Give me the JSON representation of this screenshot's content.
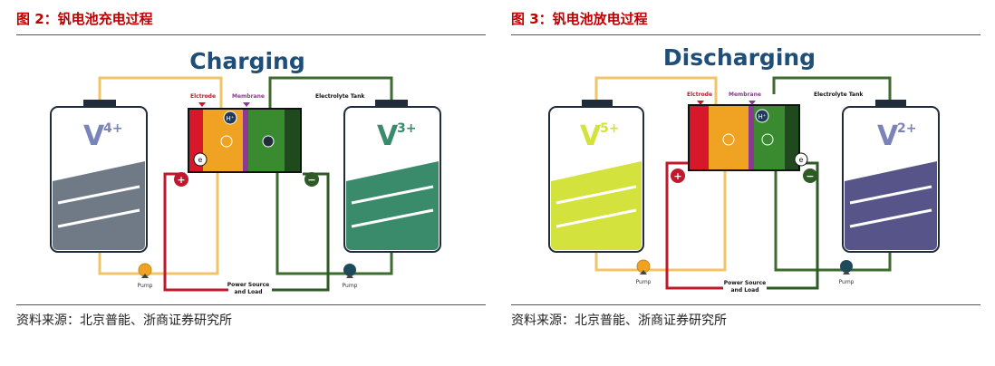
{
  "figures": [
    {
      "caption": "图 2：钒电池充电过程",
      "heading": "Charging",
      "left_tank_ion": "V",
      "left_tank_charge": "4+",
      "right_tank_ion": "V",
      "right_tank_charge": "3+",
      "label_electrode": "Elctrode",
      "label_membrane": "Membrane",
      "label_tank": "Electrolyte Tank",
      "label_pump_left": "Pump",
      "label_pump_right": "Pump",
      "label_power_line1": "Power Source",
      "label_power_line2": "and Load",
      "symbol_positive": "+",
      "symbol_negative": "−",
      "symbol_electron": "e",
      "symbol_proton": "H⁺",
      "source": "资料来源：北京普能、浙商证券研究所",
      "colors": {
        "left_fill": "#6f7a86",
        "right_fill": "#3a8a6c",
        "ion_left": "#7a84b8",
        "ion_right": "#3a8a6c",
        "title_red": "#c00000"
      }
    },
    {
      "caption": "图 3：钒电池放电过程",
      "heading": "Discharging",
      "left_tank_ion": "V",
      "left_tank_charge": "5+",
      "right_tank_ion": "V",
      "right_tank_charge": "2+",
      "label_electrode": "Elctrode",
      "label_membrane": "Membrane",
      "label_tank": "Electrolyte Tank",
      "label_pump_left": "Pump",
      "label_pump_right": "Pump",
      "label_power_line1": "Power Source",
      "label_power_line2": "and Load",
      "symbol_positive": "+",
      "symbol_negative": "−",
      "symbol_electron": "e",
      "symbol_proton": "H⁺",
      "source": "资料来源：北京普能、浙商证券研究所",
      "colors": {
        "left_fill": "#d3e23c",
        "right_fill": "#565489",
        "ion_left": "#d3e23c",
        "ion_right": "#7a84b8",
        "title_red": "#c00000"
      }
    }
  ]
}
